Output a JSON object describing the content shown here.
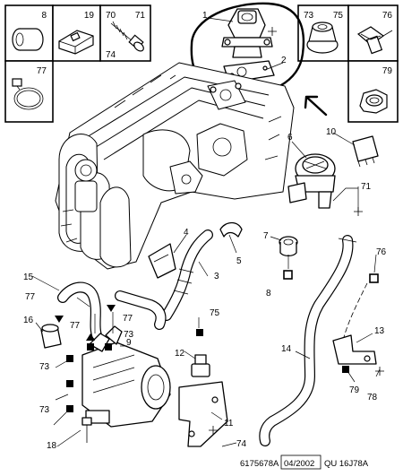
{
  "callouts": {
    "c1": "1",
    "c2": "2",
    "c3": "3",
    "c4": "4",
    "c5": "5",
    "c6": "6",
    "c7": "7",
    "c8": "8",
    "c9": "9",
    "c10": "10",
    "c11": "11",
    "c12": "12",
    "c13": "13",
    "c14": "14",
    "c15": "15",
    "c16": "16",
    "c18": "18",
    "c19": "19",
    "c70": "70",
    "c71": "71",
    "c73": "73",
    "c74": "74",
    "c75": "75",
    "c76": "76",
    "c77": "77",
    "c78": "78",
    "c79": "79"
  },
  "boxes": {
    "b8": "8",
    "b19": "19",
    "b70": "70",
    "b71": "71",
    "b74": "74",
    "b73": "73",
    "b75": "75",
    "b76": "76",
    "b77": "77",
    "b79": "79"
  },
  "footer": {
    "reference": "6175678A",
    "date": "04/2002",
    "code": "QU 16J78A"
  }
}
